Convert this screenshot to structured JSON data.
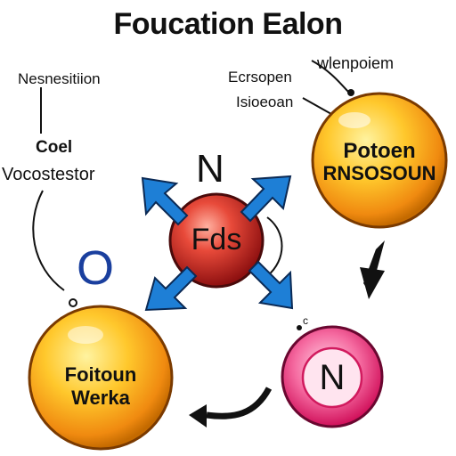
{
  "title": "Foucation Ealon",
  "labels": {
    "top_left": "Nesnesitiion",
    "left_small": "Coel",
    "left_long": "Vocostestor",
    "top_center_a": "Ecrsopen",
    "top_center_b": "Isioeoan",
    "top_right": "wlenpoiem",
    "letter_o": "O",
    "letter_n_top": "N",
    "small_c": "c"
  },
  "nodes": {
    "center": {
      "label": "Fds",
      "color": "#c62828"
    },
    "right_top": {
      "line1": "Potoen",
      "line2": "RNSOSOUN",
      "color": "#f4a21c"
    },
    "bottom_left": {
      "line1": "Foitoun",
      "line2": "Werka",
      "color": "#f4a21c"
    },
    "bottom_right": {
      "label": "N",
      "color": "#e91e63"
    }
  },
  "colors": {
    "arrow_blue": "#1e7fd6",
    "orb_orange": "#f4a21c",
    "orb_yellow": "#ffd43a",
    "letter_o": "#1a3f9e"
  }
}
